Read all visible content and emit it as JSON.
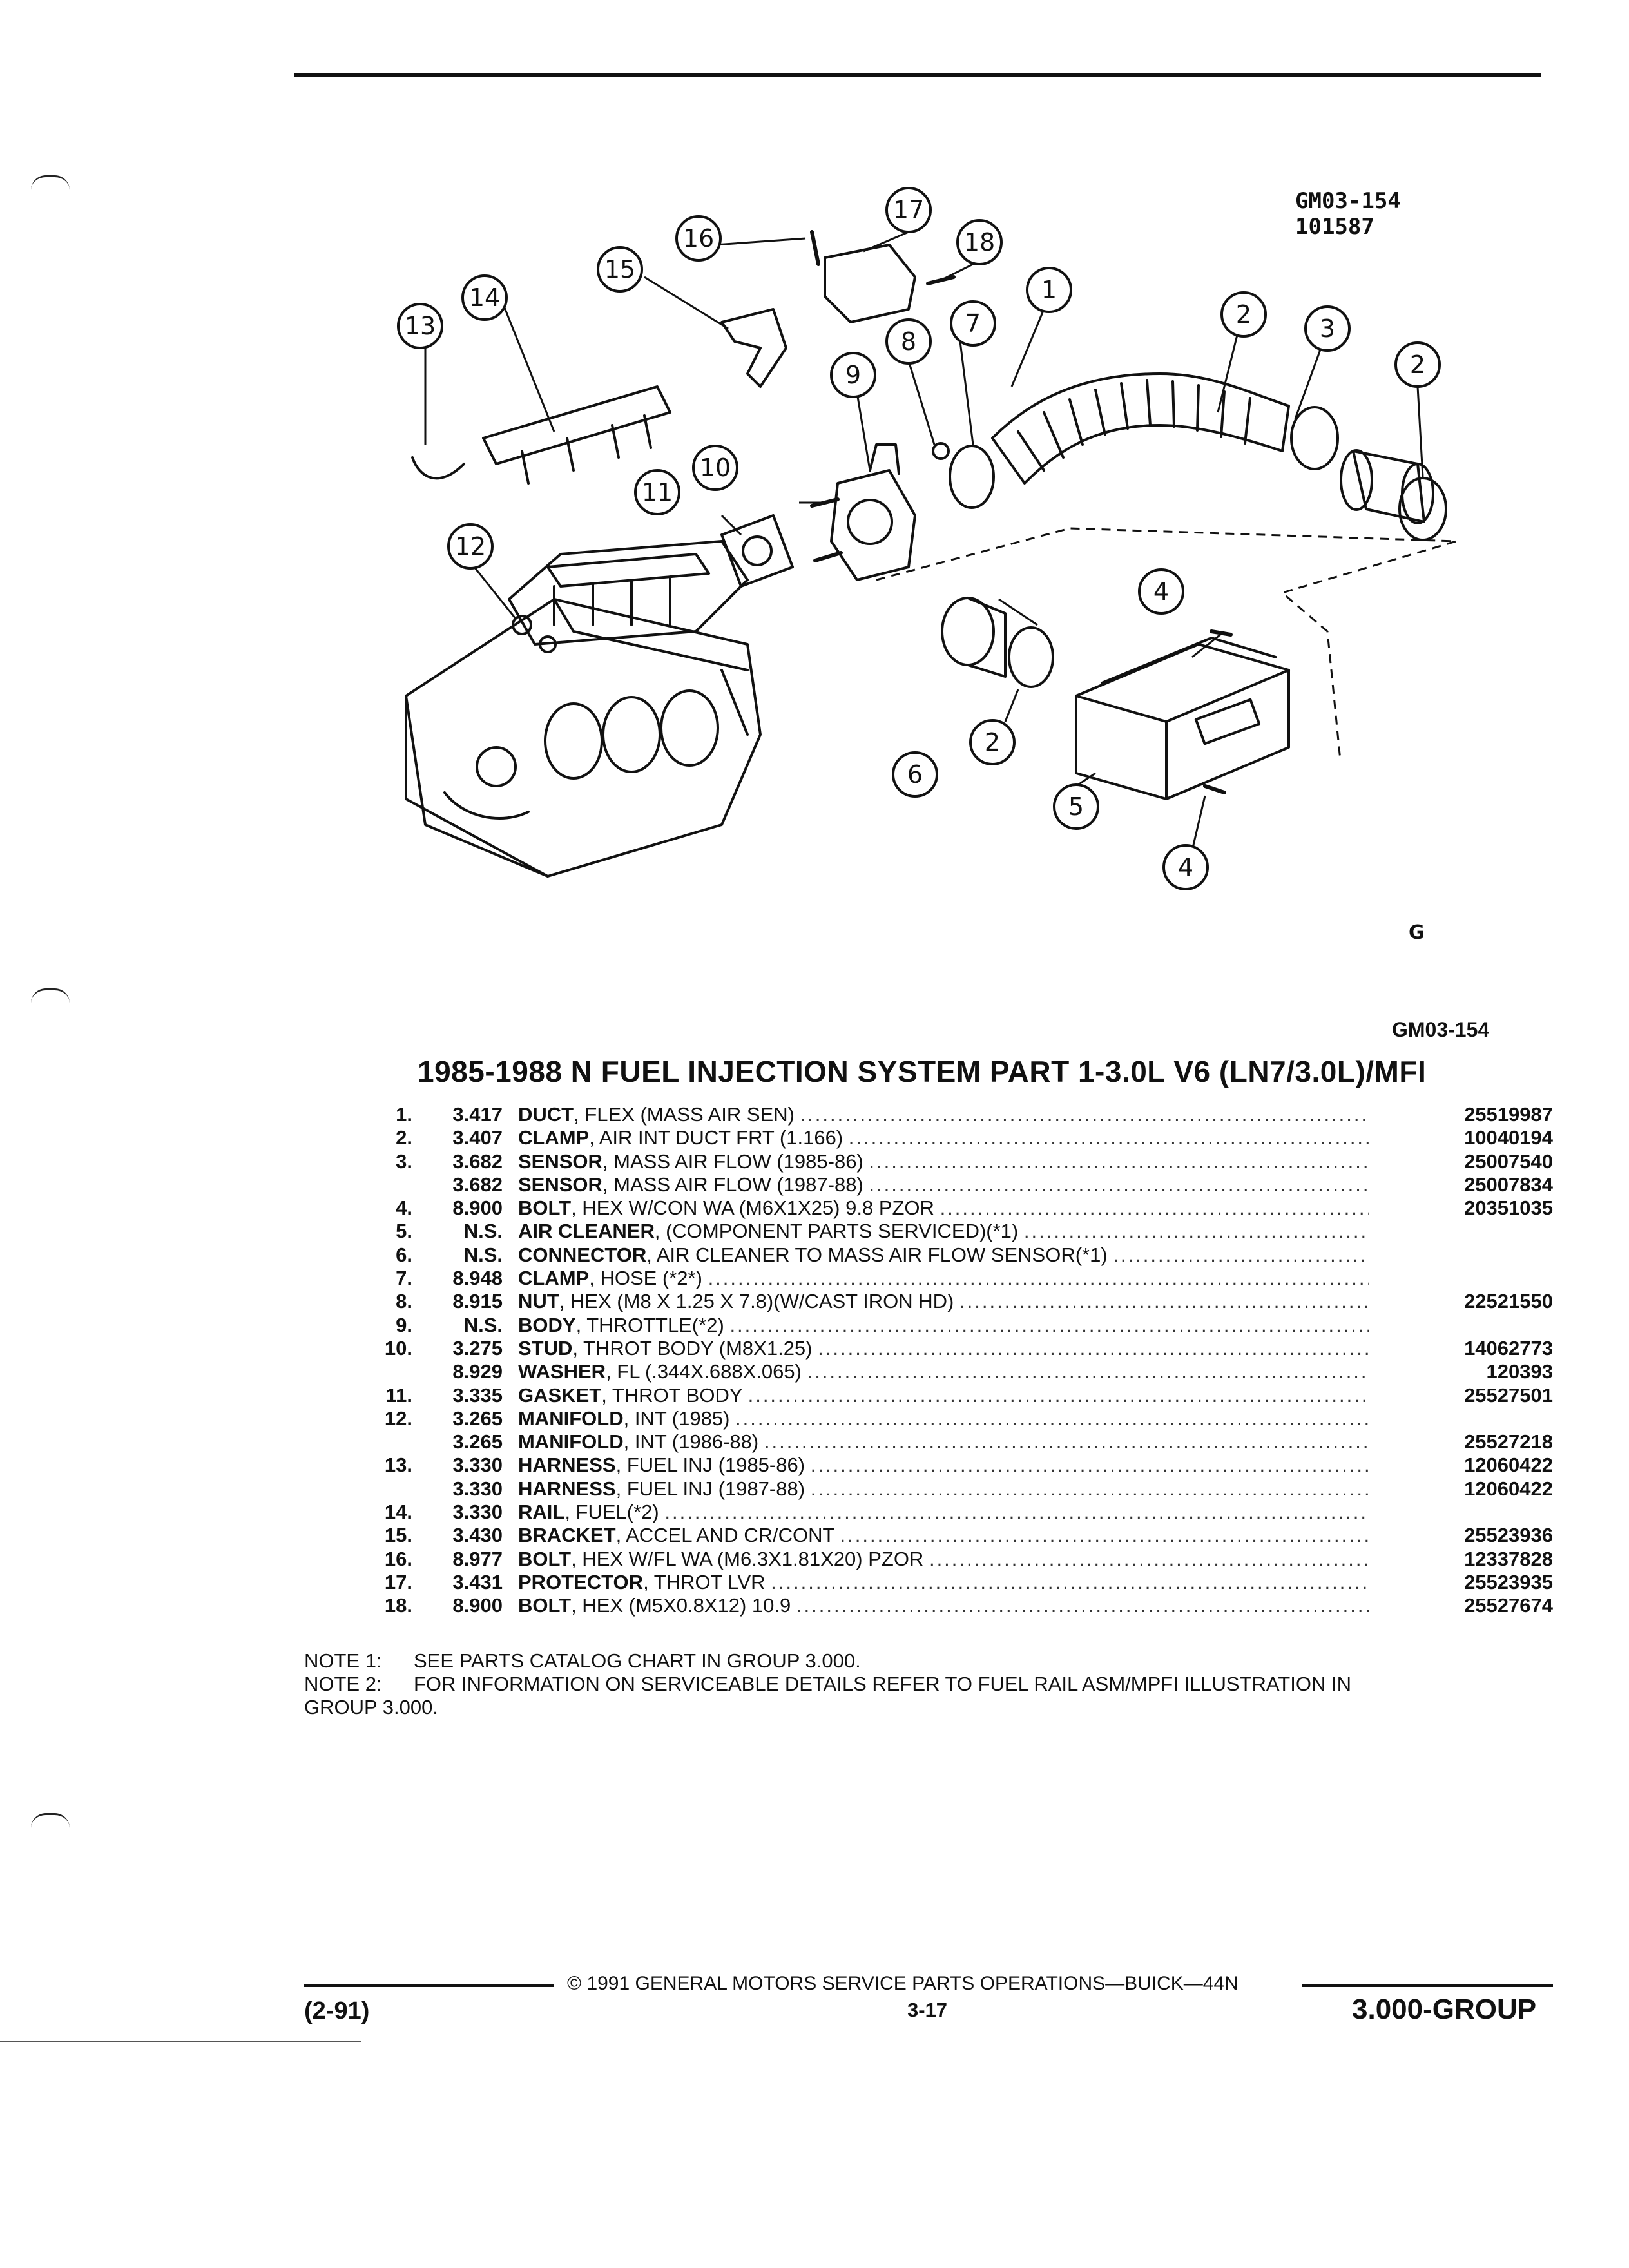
{
  "header": {
    "ref_code": "GM03-154",
    "ref_number": "101587"
  },
  "diagram": {
    "callouts": [
      "1",
      "2",
      "3",
      "2",
      "4",
      "5",
      "6",
      "2",
      "4",
      "7",
      "8",
      "9",
      "10",
      "11",
      "12",
      "13",
      "14",
      "15",
      "16",
      "17",
      "18"
    ],
    "logo_mark": "G"
  },
  "figure_id": "GM03-154",
  "title": "1985-1988 N FUEL INJECTION SYSTEM PART 1-3.0L V6 (LN7/3.0L)/MFI",
  "parts": [
    {
      "idx": "1.",
      "group": "3.417",
      "name": "DUCT",
      "desc": ", FLEX (MASS AIR SEN)",
      "pn": "25519987"
    },
    {
      "idx": "2.",
      "group": "3.407",
      "name": "CLAMP",
      "desc": ", AIR INT DUCT FRT (1.166)",
      "pn": "10040194"
    },
    {
      "idx": "3.",
      "group": "3.682",
      "name": "SENSOR",
      "desc": ", MASS AIR FLOW (1985-86)",
      "pn": "25007540"
    },
    {
      "idx": "",
      "group": "3.682",
      "name": "SENSOR",
      "desc": ", MASS AIR FLOW (1987-88)",
      "pn": "25007834"
    },
    {
      "idx": "4.",
      "group": "8.900",
      "name": "BOLT",
      "desc": ", HEX W/CON WA (M6X1X25) 9.8 PZOR",
      "pn": "20351035"
    },
    {
      "idx": "5.",
      "group": "N.S.",
      "name": "AIR CLEANER",
      "desc": ", (COMPONENT PARTS SERVICED)(*1)",
      "pn": ""
    },
    {
      "idx": "6.",
      "group": "N.S.",
      "name": "CONNECTOR",
      "desc": ", AIR CLEANER TO MASS AIR FLOW SENSOR(*1)",
      "pn": ""
    },
    {
      "idx": "7.",
      "group": "8.948",
      "name": "CLAMP",
      "desc": ", HOSE (*2*)",
      "pn": ""
    },
    {
      "idx": "8.",
      "group": "8.915",
      "name": "NUT",
      "desc": ", HEX (M8 X 1.25 X 7.8)(W/CAST IRON HD)",
      "pn": "22521550"
    },
    {
      "idx": "9.",
      "group": "N.S.",
      "name": "BODY",
      "desc": ", THROTTLE(*2)",
      "pn": ""
    },
    {
      "idx": "10.",
      "group": "3.275",
      "name": "STUD",
      "desc": ", THROT BODY (M8X1.25)",
      "pn": "14062773"
    },
    {
      "idx": "",
      "group": "8.929",
      "name": "WASHER",
      "desc": ", FL (.344X.688X.065)",
      "pn": "120393"
    },
    {
      "idx": "11.",
      "group": "3.335",
      "name": "GASKET",
      "desc": ", THROT BODY",
      "pn": "25527501"
    },
    {
      "idx": "12.",
      "group": "3.265",
      "name": "MANIFOLD",
      "desc": ", INT (1985)",
      "pn": ""
    },
    {
      "idx": "",
      "group": "3.265",
      "name": "MANIFOLD",
      "desc": ", INT (1986-88)",
      "pn": "25527218"
    },
    {
      "idx": "13.",
      "group": "3.330",
      "name": "HARNESS",
      "desc": ", FUEL INJ (1985-86)",
      "pn": "12060422"
    },
    {
      "idx": "",
      "group": "3.330",
      "name": "HARNESS",
      "desc": ", FUEL INJ (1987-88)",
      "pn": "12060422"
    },
    {
      "idx": "14.",
      "group": "3.330",
      "name": "RAIL",
      "desc": ", FUEL(*2)",
      "pn": ""
    },
    {
      "idx": "15.",
      "group": "3.430",
      "name": "BRACKET",
      "desc": ", ACCEL AND CR/CONT",
      "pn": "25523936"
    },
    {
      "idx": "16.",
      "group": "8.977",
      "name": "BOLT",
      "desc": ", HEX W/FL WA (M6.3X1.81X20) PZOR",
      "pn": "12337828"
    },
    {
      "idx": "17.",
      "group": "3.431",
      "name": "PROTECTOR",
      "desc": ", THROT LVR",
      "pn": "25523935"
    },
    {
      "idx": "18.",
      "group": "8.900",
      "name": "BOLT",
      "desc": ", HEX (M5X0.8X12) 10.9",
      "pn": "25527674"
    }
  ],
  "notes": [
    {
      "label": "NOTE 1:",
      "text": "SEE PARTS CATALOG CHART IN GROUP 3.000.",
      "cont": ""
    },
    {
      "label": "NOTE 2:",
      "text": "FOR INFORMATION ON SERVICEABLE DETAILS REFER TO FUEL RAIL ASM/MPFI ILLUSTRATION IN",
      "cont": "GROUP 3.000."
    }
  ],
  "footer": {
    "copyright": "© 1991  GENERAL MOTORS SERVICE PARTS OPERATIONS—BUICK—44N",
    "page": "3-17",
    "date_code": "(2-91)",
    "group": "3.000-GROUP"
  }
}
